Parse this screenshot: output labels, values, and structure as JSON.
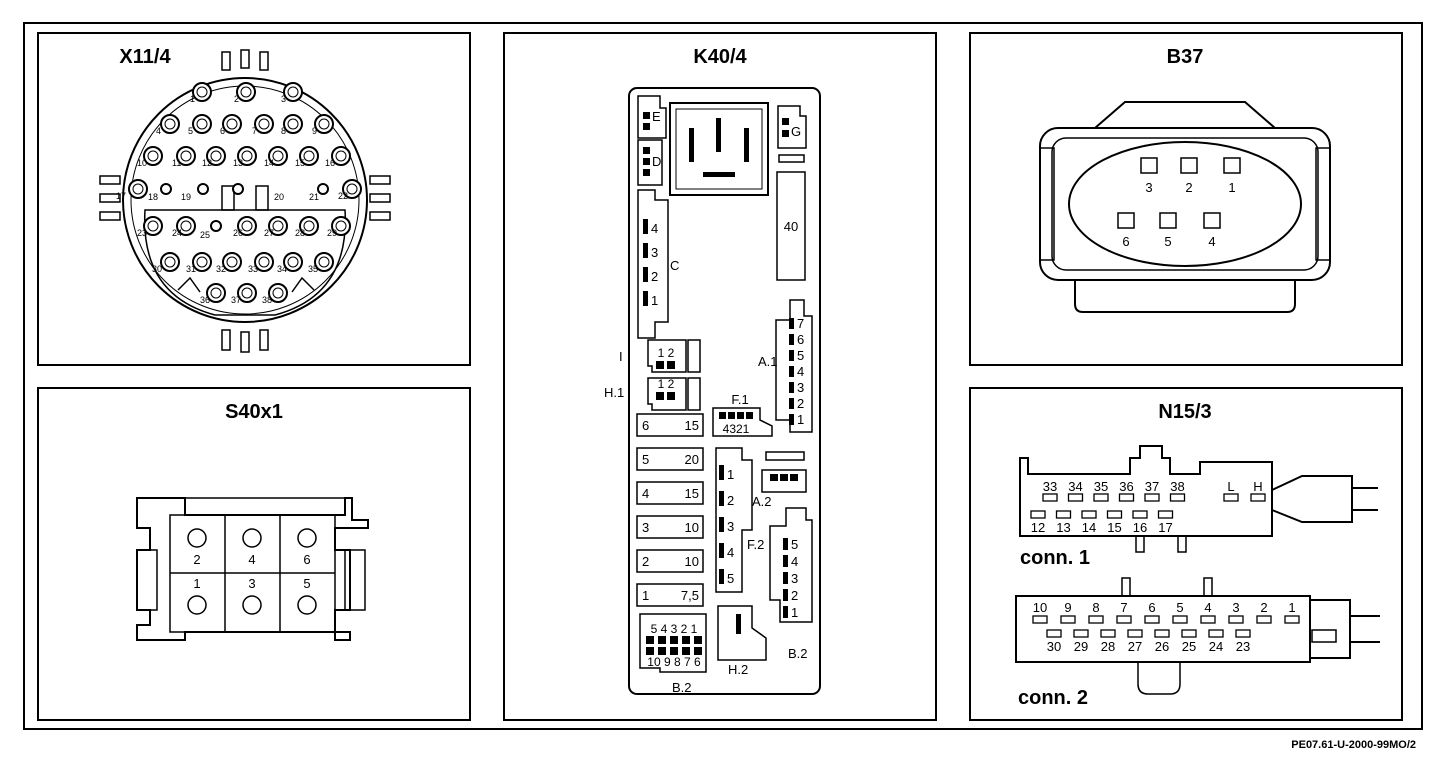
{
  "panels": {
    "x11": {
      "title": "X11/4",
      "pins": [
        "1",
        "2",
        "3",
        "4",
        "5",
        "6",
        "7",
        "8",
        "9",
        "10",
        "11",
        "12",
        "13",
        "14",
        "15",
        "16",
        "17",
        "18",
        "19",
        "20",
        "21",
        "22",
        "23",
        "24",
        "25",
        "26",
        "27",
        "28",
        "29",
        "30",
        "31",
        "32",
        "33",
        "34",
        "35",
        "36",
        "37",
        "38"
      ]
    },
    "k40": {
      "title": "K40/4",
      "slots": {
        "e": "E",
        "g": "G",
        "d": "D",
        "c": "C",
        "i": "I",
        "h1": "H.1",
        "f1": "F.1",
        "a1": "A.1",
        "a2": "A.2",
        "f2": "F.2",
        "b2": "B.2",
        "h2": "H.2"
      },
      "relay_40": "40",
      "c_pins": [
        "4",
        "3",
        "2",
        "1"
      ],
      "a1_pins": [
        "7",
        "6",
        "5",
        "4",
        "3",
        "2",
        "1"
      ],
      "f2_pins": [
        "1",
        "2",
        "3",
        "4",
        "5"
      ],
      "b2_right_pins": [
        "5",
        "4",
        "3",
        "2",
        "1"
      ],
      "i_pins": "1 2",
      "h1_pins": "1 2",
      "f1_pins": "4321",
      "b2_top": "5 4 3 2 1",
      "b2_bottom": "10 9 8 7 6",
      "fuses": [
        {
          "num": "6",
          "amp": "15"
        },
        {
          "num": "5",
          "amp": "20"
        },
        {
          "num": "4",
          "amp": "15"
        },
        {
          "num": "3",
          "amp": "10"
        },
        {
          "num": "2",
          "amp": "10"
        },
        {
          "num": "1",
          "amp": "7,5"
        }
      ]
    },
    "b37": {
      "title": "B37",
      "pins_top": [
        "3",
        "2",
        "1"
      ],
      "pins_bottom": [
        "6",
        "5",
        "4"
      ]
    },
    "s40": {
      "title": "S40x1",
      "pins_top": [
        "2",
        "4",
        "6"
      ],
      "pins_bottom": [
        "1",
        "3",
        "5"
      ]
    },
    "n15": {
      "title": "N15/3",
      "conn1_label": "conn. 1",
      "conn2_label": "conn. 2",
      "conn1_top": [
        "33",
        "34",
        "35",
        "36",
        "37",
        "38"
      ],
      "conn1_lh": [
        "L",
        "H"
      ],
      "conn1_bottom": [
        "12",
        "13",
        "14",
        "15",
        "16",
        "17"
      ],
      "conn2_top": [
        "10",
        "9",
        "8",
        "7",
        "6",
        "5",
        "4",
        "3",
        "2",
        "1"
      ],
      "conn2_bottom": [
        "30",
        "29",
        "28",
        "27",
        "26",
        "25",
        "24",
        "23"
      ]
    }
  },
  "footer": {
    "code": "PE07.61-U-2000-99MO/2"
  }
}
